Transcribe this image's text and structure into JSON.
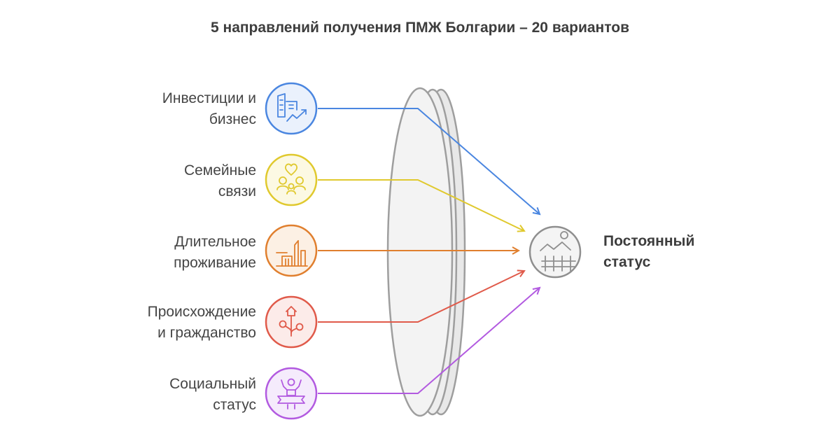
{
  "title": "5 направлений получения ПМЖ Болгарии – 20 вариантов",
  "inputs": [
    {
      "line1": "Инвестиции и",
      "line2": "бизнес",
      "icon": "investment-growth-icon",
      "color": "#4a86e0",
      "fill": "#eaf1fc"
    },
    {
      "line1": "Семейные",
      "line2": "связи",
      "icon": "family-heart-icon",
      "color": "#e0c92e",
      "fill": "#fcf9e3"
    },
    {
      "line1": "Длительное",
      "line2": "проживание",
      "icon": "long-residence-icon",
      "color": "#e07f2e",
      "fill": "#fcf0e4"
    },
    {
      "line1": "Происхождение",
      "line2": "и гражданство",
      "icon": "origin-tree-icon",
      "color": "#e05a4a",
      "fill": "#fcebe9"
    },
    {
      "line1": "Социальный",
      "line2": "статус",
      "icon": "social-status-icon",
      "color": "#b25ae0",
      "fill": "#f5ebfc"
    }
  ],
  "output": {
    "line1": "Постоянный",
    "line2": "статус",
    "icon": "landscape-fence-icon",
    "color": "#8f8f8f",
    "fill": "#f4f4f4"
  }
}
